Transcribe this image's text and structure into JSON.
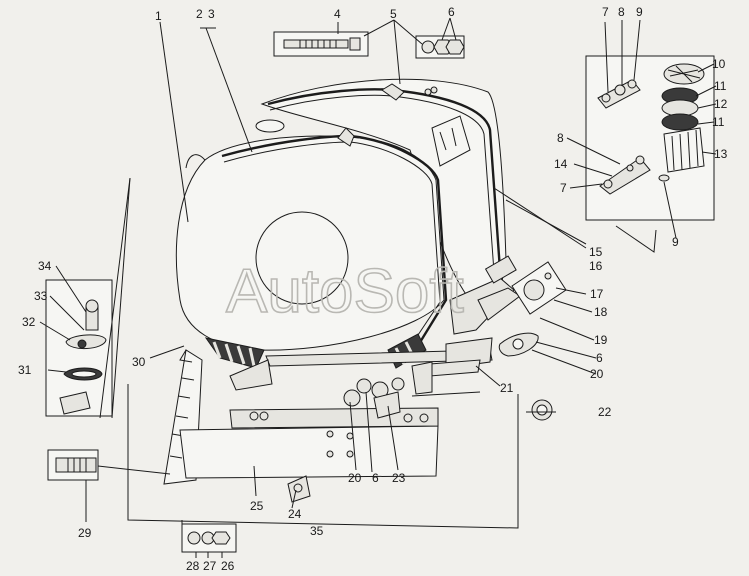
{
  "diagram": {
    "watermark": "AutoSoft",
    "callouts": [
      {
        "id": "1",
        "text": "1"
      },
      {
        "id": "2",
        "text": "2"
      },
      {
        "id": "3",
        "text": "3"
      },
      {
        "id": "4",
        "text": "4"
      },
      {
        "id": "5",
        "text": "5"
      },
      {
        "id": "6a",
        "text": "6"
      },
      {
        "id": "7a",
        "text": "7"
      },
      {
        "id": "8a",
        "text": "8"
      },
      {
        "id": "9a",
        "text": "9"
      },
      {
        "id": "10",
        "text": "10"
      },
      {
        "id": "11a",
        "text": "11"
      },
      {
        "id": "12",
        "text": "12"
      },
      {
        "id": "11b",
        "text": "11"
      },
      {
        "id": "8b",
        "text": "8"
      },
      {
        "id": "13",
        "text": "13"
      },
      {
        "id": "14",
        "text": "14"
      },
      {
        "id": "7b",
        "text": "7"
      },
      {
        "id": "9b",
        "text": "9"
      },
      {
        "id": "15",
        "text": "15"
      },
      {
        "id": "16",
        "text": "16"
      },
      {
        "id": "17",
        "text": "17"
      },
      {
        "id": "18",
        "text": "18"
      },
      {
        "id": "19",
        "text": "19"
      },
      {
        "id": "6b",
        "text": "6"
      },
      {
        "id": "20a",
        "text": "20"
      },
      {
        "id": "21",
        "text": "21"
      },
      {
        "id": "22",
        "text": "22"
      },
      {
        "id": "34",
        "text": "34"
      },
      {
        "id": "33",
        "text": "33"
      },
      {
        "id": "32",
        "text": "32"
      },
      {
        "id": "31",
        "text": "31"
      },
      {
        "id": "30",
        "text": "30"
      },
      {
        "id": "20b",
        "text": "20"
      },
      {
        "id": "6c",
        "text": "6"
      },
      {
        "id": "23",
        "text": "23"
      },
      {
        "id": "29",
        "text": "29"
      },
      {
        "id": "25",
        "text": "25"
      },
      {
        "id": "24",
        "text": "24"
      },
      {
        "id": "35",
        "text": "35"
      },
      {
        "id": "28",
        "text": "28"
      },
      {
        "id": "27",
        "text": "27"
      },
      {
        "id": "26",
        "text": "26"
      }
    ]
  }
}
